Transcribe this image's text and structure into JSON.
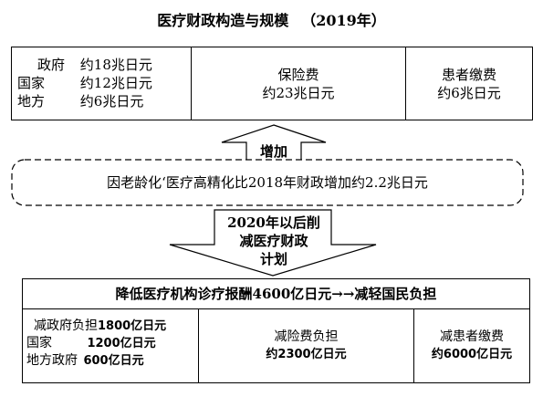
{
  "title": "医疗财政构造与规模",
  "title_year": "（2019年）",
  "top_box": {
    "gov_lines": [
      {
        "label": "政府",
        "value": "约18兆日元"
      },
      {
        "label": "国家",
        "value": "约12兆日元"
      },
      {
        "label": "地方",
        "value": "约6兆日元"
      }
    ],
    "insurance_title": "保险费",
    "insurance_value": "约23兆日元",
    "patient_title": "患者缴费",
    "patient_value": "约6兆日元"
  },
  "arrow_up_label": "增加",
  "dashed_text": "因老龄化‘医疗高精化比2018年财政增加约2.2兆日元",
  "arrow_down_lines": [
    "2020年以后削",
    "减医疗财政",
    "计划"
  ],
  "bottom_header": "降低医疗机构诊疗报酬4600亿日元→→减轻国民负担",
  "bottom_box": {
    "gov_lines": [
      {
        "label": "减政府负担",
        "value": "1800亿日元"
      },
      {
        "label": "国家",
        "value": "1200亿日元"
      },
      {
        "label": "地方政府",
        "value": "600亿日元"
      }
    ],
    "insurance_title": "减险费负担",
    "insurance_value": "约2300亿日元",
    "patient_title": "减患者缴费",
    "patient_value": "约6000亿日元"
  }
}
